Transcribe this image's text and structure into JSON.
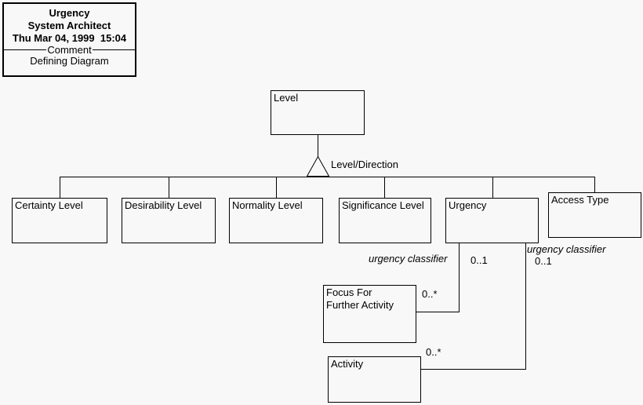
{
  "background_color": "#f8f8f8",
  "line_color": "#000000",
  "title_block": {
    "title": "Urgency",
    "tool": "System Architect",
    "timestamp": "Thu Mar 04, 1999  15:04",
    "divider_label": "Comment",
    "comment": "Defining Diagram"
  },
  "diagram": {
    "parent": {
      "label": "Level"
    },
    "generalization_label": "Level/Direction",
    "children": [
      {
        "label": "Certainty Level"
      },
      {
        "label": "Desirability Level"
      },
      {
        "label": "Normality Level"
      },
      {
        "label": "Significance Level"
      },
      {
        "label": "Urgency"
      },
      {
        "label": "Access Type"
      }
    ],
    "related_nodes": [
      {
        "label": "Focus For\nFurther Activity"
      },
      {
        "label": "Activity"
      }
    ],
    "associations": [
      {
        "name": "urgency classifier",
        "from": "Urgency",
        "from_multiplicity": "0..1",
        "to": "Focus For Further Activity",
        "to_multiplicity": "0..*"
      },
      {
        "name": "urgency classifier",
        "from": "Urgency",
        "from_multiplicity": "0..1",
        "to": "Activity",
        "to_multiplicity": "0..*"
      }
    ]
  }
}
